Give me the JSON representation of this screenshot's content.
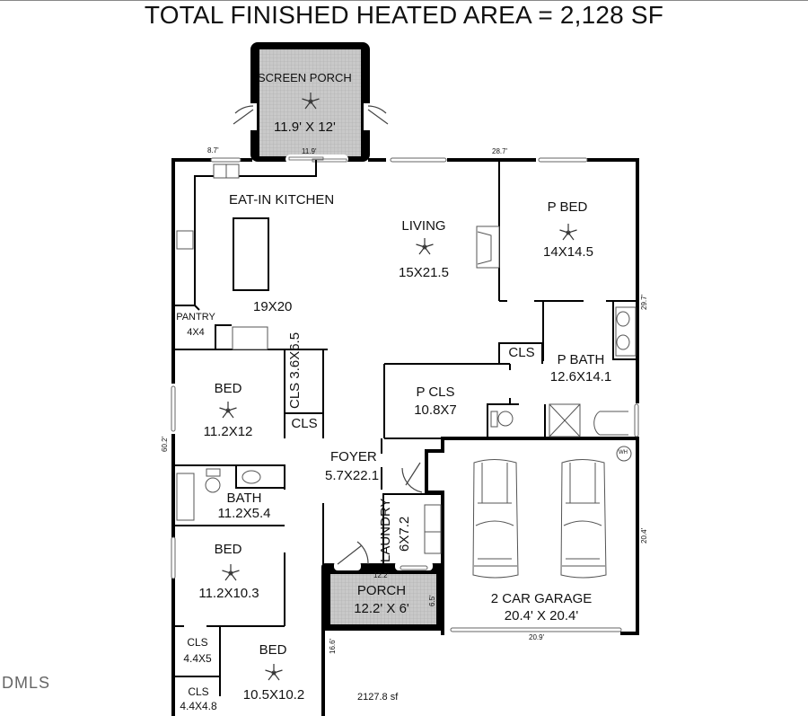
{
  "title": "TOTAL FINISHED HEATED AREA = 2,128 SF",
  "footer_area": "2127.8 sf",
  "watermark": "DMLS",
  "rooms": {
    "screen_porch": {
      "name": "SCREEN PORCH",
      "dims": "11.9' X 12'"
    },
    "kitchen": {
      "name": "EAT-IN KITCHEN",
      "dims": "19X20"
    },
    "pantry": {
      "name": "PANTRY",
      "dims": "4X4"
    },
    "living": {
      "name": "LIVING",
      "dims": "15X21.5"
    },
    "p_bed": {
      "name": "P BED",
      "dims": "14X14.5"
    },
    "p_bath": {
      "name": "P BATH",
      "dims": "12.6X14.1"
    },
    "p_bath_cls": {
      "name": "CLS"
    },
    "p_cls": {
      "name": "P CLS",
      "dims": "10.8X7"
    },
    "bed1": {
      "name": "BED",
      "dims": "11.2X12"
    },
    "bed1_cls": {
      "name": "CLS",
      "dims": "3.6X6.5"
    },
    "bed1_cls2": {
      "name": "CLS"
    },
    "bath": {
      "name": "BATH",
      "dims": "11.2X5.4"
    },
    "foyer": {
      "name": "FOYER",
      "dims": "5.7X22.1"
    },
    "laundry": {
      "name": "LAUNDRY",
      "dims": "6X7.2"
    },
    "bed2": {
      "name": "BED",
      "dims": "11.2X10.3"
    },
    "porch": {
      "name": "PORCH",
      "dims": "12.2' X 6'"
    },
    "garage": {
      "name": "2 CAR GARAGE",
      "dims": "20.4' X 20.4'"
    },
    "cls3": {
      "name": "CLS",
      "dims": "4.4X5"
    },
    "cls4": {
      "name": "CLS",
      "dims": "4.4X4.8"
    },
    "bed3": {
      "name": "BED",
      "dims": "10.5X10.2"
    }
  },
  "dimensions": {
    "top_left": "8.7'",
    "screen_porch_wall": "11.9'",
    "top_right": "28.7'",
    "right_upper": "29.7'",
    "right_lower": "20.4'",
    "left": "60.2'",
    "porch_top": "12.2'",
    "porch_side": "6.5'",
    "garage_bottom": "20.9'",
    "front_left": "16.6'"
  },
  "symbols": {
    "water_heater": "WH"
  },
  "colors": {
    "wall": "#000000",
    "porch_fill": "#c8c8c8",
    "window": "#777777"
  }
}
